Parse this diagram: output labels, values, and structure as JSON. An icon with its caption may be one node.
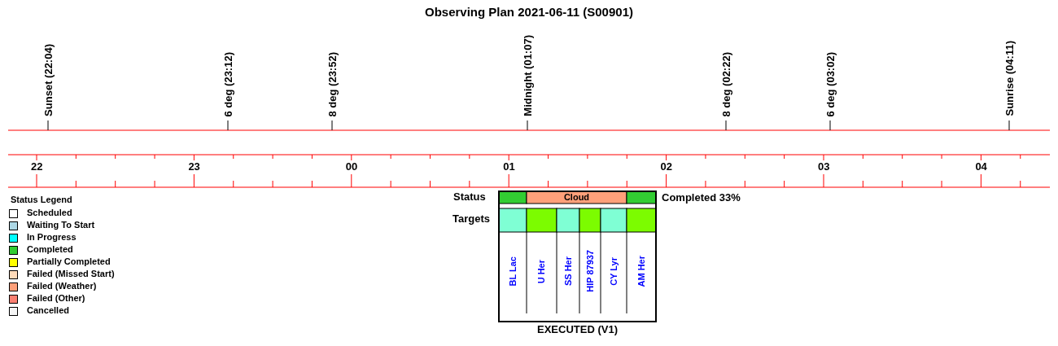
{
  "diagram": {
    "title": "Observing Plan 2021-06-11 (S00901)",
    "labels": [
      "Sunset (22:04)",
      "6 deg (23:12)",
      "8 deg (23:52)",
      "Midnight (01:07)",
      "8 deg (02:22)",
      "6 deg (03:02)",
      "Sunrise (04:11)",
      "22",
      "23",
      "00",
      "01",
      "02",
      "03",
      "04",
      "Status Legend",
      "Status",
      "Cloud",
      "Completed 33%",
      "Targets",
      "BL Lac",
      "U Her",
      "SS Her",
      "HIP 87937",
      "CY Lyr",
      "AM Her",
      "EXECUTED (V1)"
    ],
    "legend": [
      {
        "text": "Scheduled",
        "color": "#ffffff"
      },
      {
        "text": "Waiting To Start",
        "color": "#add8e6"
      },
      {
        "text": "In Progress",
        "color": "#00ffff"
      },
      {
        "text": "Completed",
        "color": "#32cd32"
      },
      {
        "text": "Partially Completed",
        "color": "#ffff00"
      },
      {
        "text": "Failed (Missed Start)",
        "color": "#ffdab9"
      },
      {
        "text": "Failed (Weather)",
        "color": "#ffa07a"
      },
      {
        "text": "Failed (Other)",
        "color": "#fa8072"
      },
      {
        "text": "Cancelled",
        "color": "#f5f5f5"
      }
    ]
  }
}
